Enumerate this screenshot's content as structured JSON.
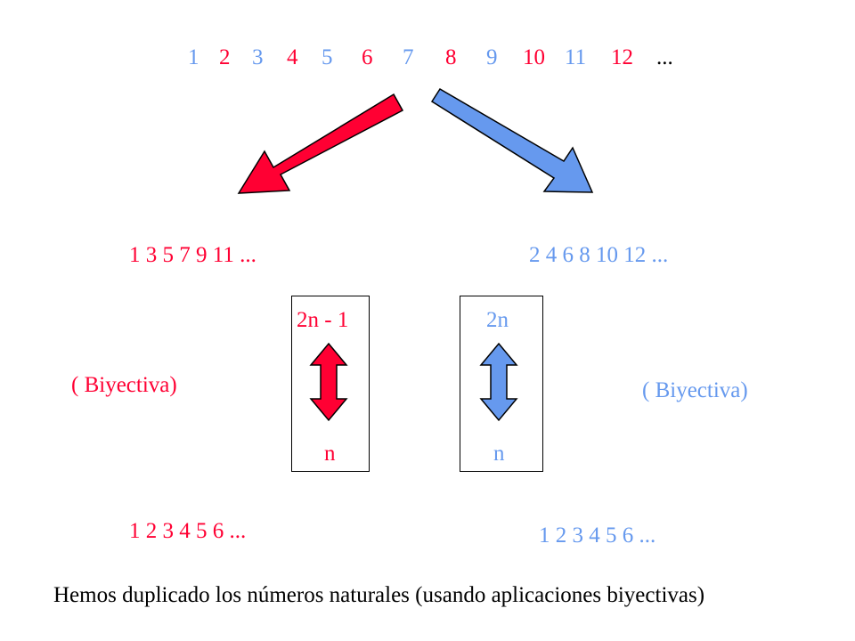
{
  "colors": {
    "odd": "#ff0033",
    "even": "#6699ee",
    "text": "#000000"
  },
  "top_sequence": [
    {
      "text": "1",
      "color": "blue"
    },
    {
      "text": "2",
      "color": "red"
    },
    {
      "text": "3",
      "color": "blue"
    },
    {
      "text": "4",
      "color": "red"
    },
    {
      "text": "5",
      "color": "blue"
    },
    {
      "text": "6",
      "color": "red"
    },
    {
      "text": "7",
      "color": "blue"
    },
    {
      "text": "8",
      "color": "red"
    },
    {
      "text": "9",
      "color": "blue"
    },
    {
      "text": "10",
      "color": "red"
    },
    {
      "text": "11",
      "color": "blue"
    },
    {
      "text": "12",
      "color": "red"
    },
    {
      "text": "...",
      "color": "black"
    }
  ],
  "odd_sequence": "1  3  5  7  9  11  ...",
  "even_sequence": "2  4  6  8  10  12  ...",
  "left_box": {
    "top": "2n - 1",
    "bottom": "n"
  },
  "right_box": {
    "top": "2n",
    "bottom": "n"
  },
  "left_label": "( Biyectiva)",
  "right_label": "( Biyectiva)",
  "left_naturals": "1  2  3  4  5  6  ...",
  "right_naturals": "1  2  3  4  5  6  ...",
  "caption": "Hemos duplicado los números naturales (usando aplicaciones biyectivas)"
}
